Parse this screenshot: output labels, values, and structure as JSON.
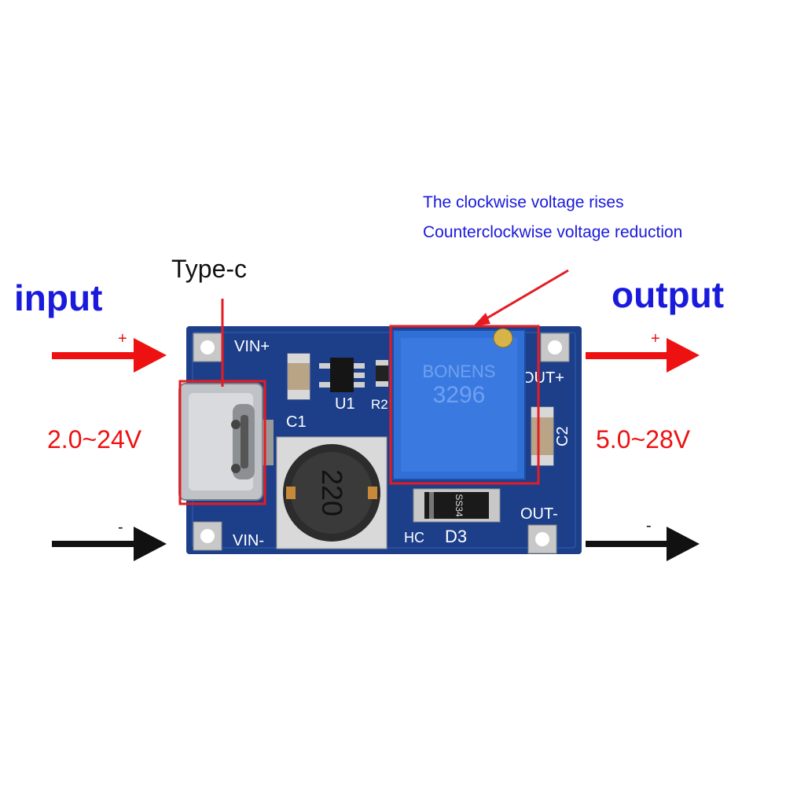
{
  "labels": {
    "input": "input",
    "output": "output",
    "typec": "Type-c",
    "note_clockwise": "The clockwise voltage rises",
    "note_counter": "Counterclockwise voltage reduction",
    "vin_range": "2.0~24V",
    "vout_range": "5.0~28V",
    "plus": "+",
    "minus": "-"
  },
  "board": {
    "vin_plus": "VIN+",
    "vin_minus": "VIN-",
    "out_plus": "OUT+",
    "out_minus": "OUT-",
    "c1": "C1",
    "c2": "C2",
    "u1": "U1",
    "r2": "R2",
    "d3": "D3",
    "hc": "HC",
    "inductor": "220",
    "pot_brand": "BONENS",
    "pot_model": "3296",
    "diode_mark": "SS34"
  },
  "colors": {
    "board": "#1d3f8a",
    "highlight": "#e51c23",
    "arrow_red": "#ee1111",
    "arrow_black": "#111111",
    "pot": "#2f6fd6"
  }
}
